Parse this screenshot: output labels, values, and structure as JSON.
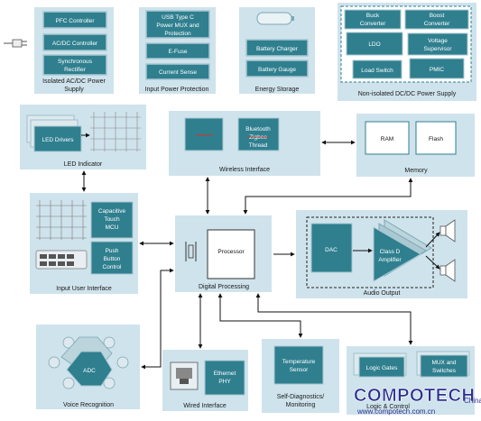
{
  "colors": {
    "panel": "#cfe3ec",
    "box": "#2f7f8f",
    "box_light": "#dde9ee",
    "arrow": "#111111",
    "brand": "#2d2e8f"
  },
  "panels": {
    "isolated_acdc": {
      "label": "Isolated AC/DC Power Supply",
      "boxes": [
        "PFC Controller",
        "AC/DC Controller",
        "Synchronous Rectifier"
      ]
    },
    "input_protection": {
      "label": "Input Power Protection",
      "boxes": [
        "USB Type C Power MUX and Protection",
        "E-Fuse",
        "Current Sense"
      ]
    },
    "energy_storage": {
      "label": "Energy Storage",
      "boxes": [
        "Battery Charger",
        "Battery Gauge"
      ]
    },
    "non_isolated_dcdc": {
      "label": "Non-isolated DC/DC Power Supply",
      "boxes": [
        "Buck Converter",
        "Boost Converter",
        "LDO",
        "Voltage Supervisor",
        "Load Switch",
        "PMIC"
      ]
    },
    "led_indicator": {
      "label": "LED Indicator",
      "boxes": [
        "LED Drivers"
      ]
    },
    "wireless_interface": {
      "label": "Wireless Interface",
      "boxes": [
        "WiFi",
        "Bluetooth Zigbee Thread"
      ]
    },
    "memory": {
      "label": "Memory",
      "boxes": [
        "RAM",
        "Flash"
      ]
    },
    "input_user_interface": {
      "label": "Input User Interface",
      "boxes": [
        "Capacitive Touch MCU",
        "Push Button Control"
      ]
    },
    "digital_processing": {
      "label": "Digital Processing",
      "boxes": [
        "Processor"
      ]
    },
    "audio_output": {
      "label": "Audio Output",
      "boxes": [
        "DAC",
        "Class D Amplifier"
      ]
    },
    "voice_recognition": {
      "label": "Voice Recognition",
      "boxes": [
        "ADC"
      ]
    },
    "wired_interface": {
      "label": "Wired Interface",
      "boxes": [
        "Ethernet PHY"
      ]
    },
    "self_diagnostics": {
      "label": "Self-Diagnostics/ Monitoring",
      "boxes": [
        "Temperature Sensor"
      ]
    },
    "logic_control": {
      "label": "Logic & Control",
      "boxes": [
        "Logic Gates",
        "MUX and Switches"
      ]
    }
  },
  "watermark": {
    "name": "COMPOTECH",
    "suffix": "China",
    "url": "www.compotech.com.cn"
  }
}
